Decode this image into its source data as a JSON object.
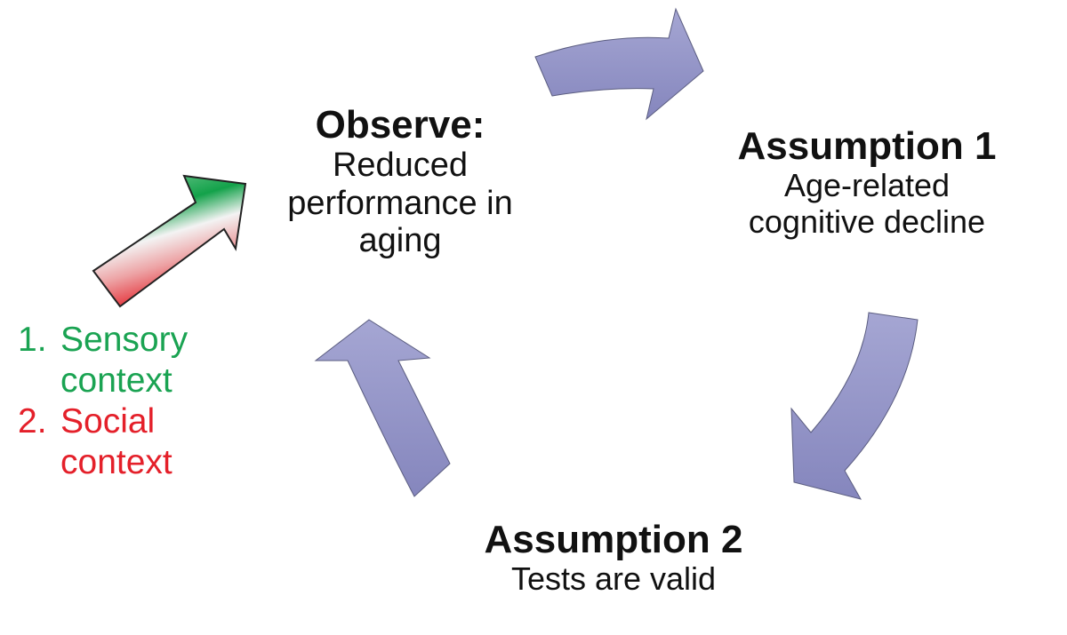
{
  "colors": {
    "cycle_arrow": "#8f90c4",
    "cycle_arrow_stroke": "#55577a",
    "green": "#1aa352",
    "red": "#e4202a"
  },
  "nodes": {
    "observe": {
      "title": "Observe:",
      "lines": [
        "Reduced",
        "performance in",
        "aging"
      ]
    },
    "assumption1": {
      "title": "Assumption 1",
      "lines": [
        "Age-related",
        "cognitive decline"
      ]
    },
    "assumption2": {
      "title": "Assumption 2",
      "lines": [
        "Tests are valid"
      ]
    }
  },
  "factors": [
    {
      "num": "1.",
      "lines": [
        "Sensory",
        "context"
      ],
      "color": "#1aa352"
    },
    {
      "num": "2.",
      "lines": [
        "Social",
        "context"
      ],
      "color": "#e4202a"
    }
  ],
  "icons": {
    "cycle_arrows": [
      "curved-arrow-right-icon",
      "curved-arrow-down-icon",
      "curved-arrow-up-icon"
    ],
    "factor_arrow": "gradient-arrow-up-right-icon"
  }
}
